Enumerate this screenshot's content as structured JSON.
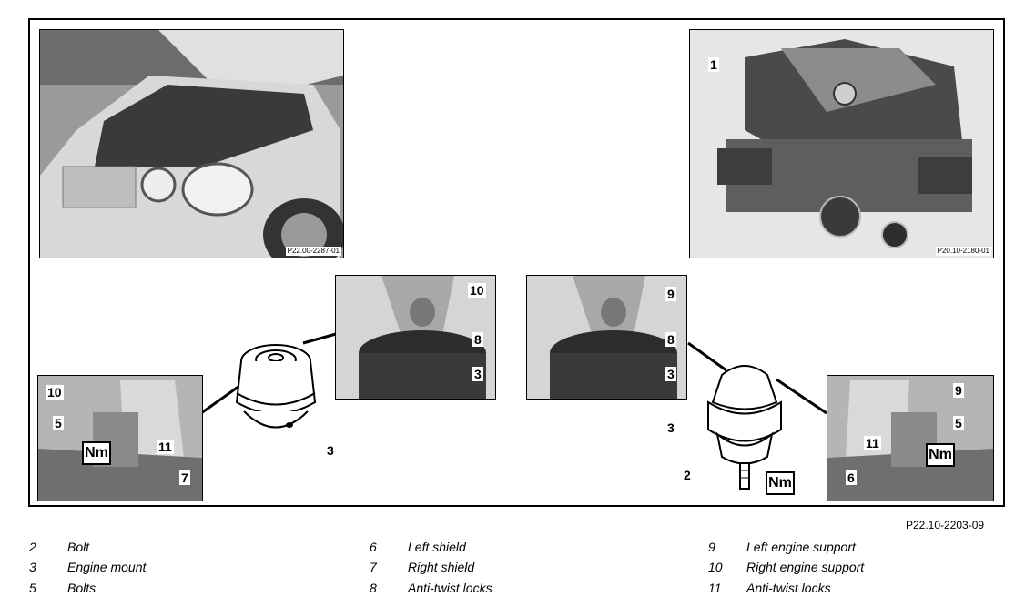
{
  "figure_ref": "P22.10-2203-09",
  "photos": {
    "car": {
      "ref": "P22.00-2287-01"
    },
    "engine": {
      "ref": "P20.10-2180-01"
    }
  },
  "callouts": {
    "engine_cover": "1",
    "top_left_10": "10",
    "top_left_8": "8",
    "top_left_3": "3",
    "top_right_9": "9",
    "top_right_8": "8",
    "top_right_3": "3",
    "left_10": "10",
    "left_5": "5",
    "left_11": "11",
    "left_7": "7",
    "left_mount_3": "3",
    "right_9": "9",
    "right_5": "5",
    "right_11": "11",
    "right_6": "6",
    "right_mount_3": "3",
    "right_bolt_2": "2"
  },
  "torque_label": "Nm",
  "legend": [
    [
      {
        "num": "2",
        "text": "Bolt"
      },
      {
        "num": "3",
        "text": "Engine mount"
      },
      {
        "num": "5",
        "text": "Bolts"
      }
    ],
    [
      {
        "num": "6",
        "text": "Left shield"
      },
      {
        "num": "7",
        "text": "Right shield"
      },
      {
        "num": "8",
        "text": "Anti-twist locks"
      }
    ],
    [
      {
        "num": "9",
        "text": "Left engine support"
      },
      {
        "num": "10",
        "text": "Right engine support"
      },
      {
        "num": "11",
        "text": "Anti-twist locks"
      }
    ]
  ]
}
